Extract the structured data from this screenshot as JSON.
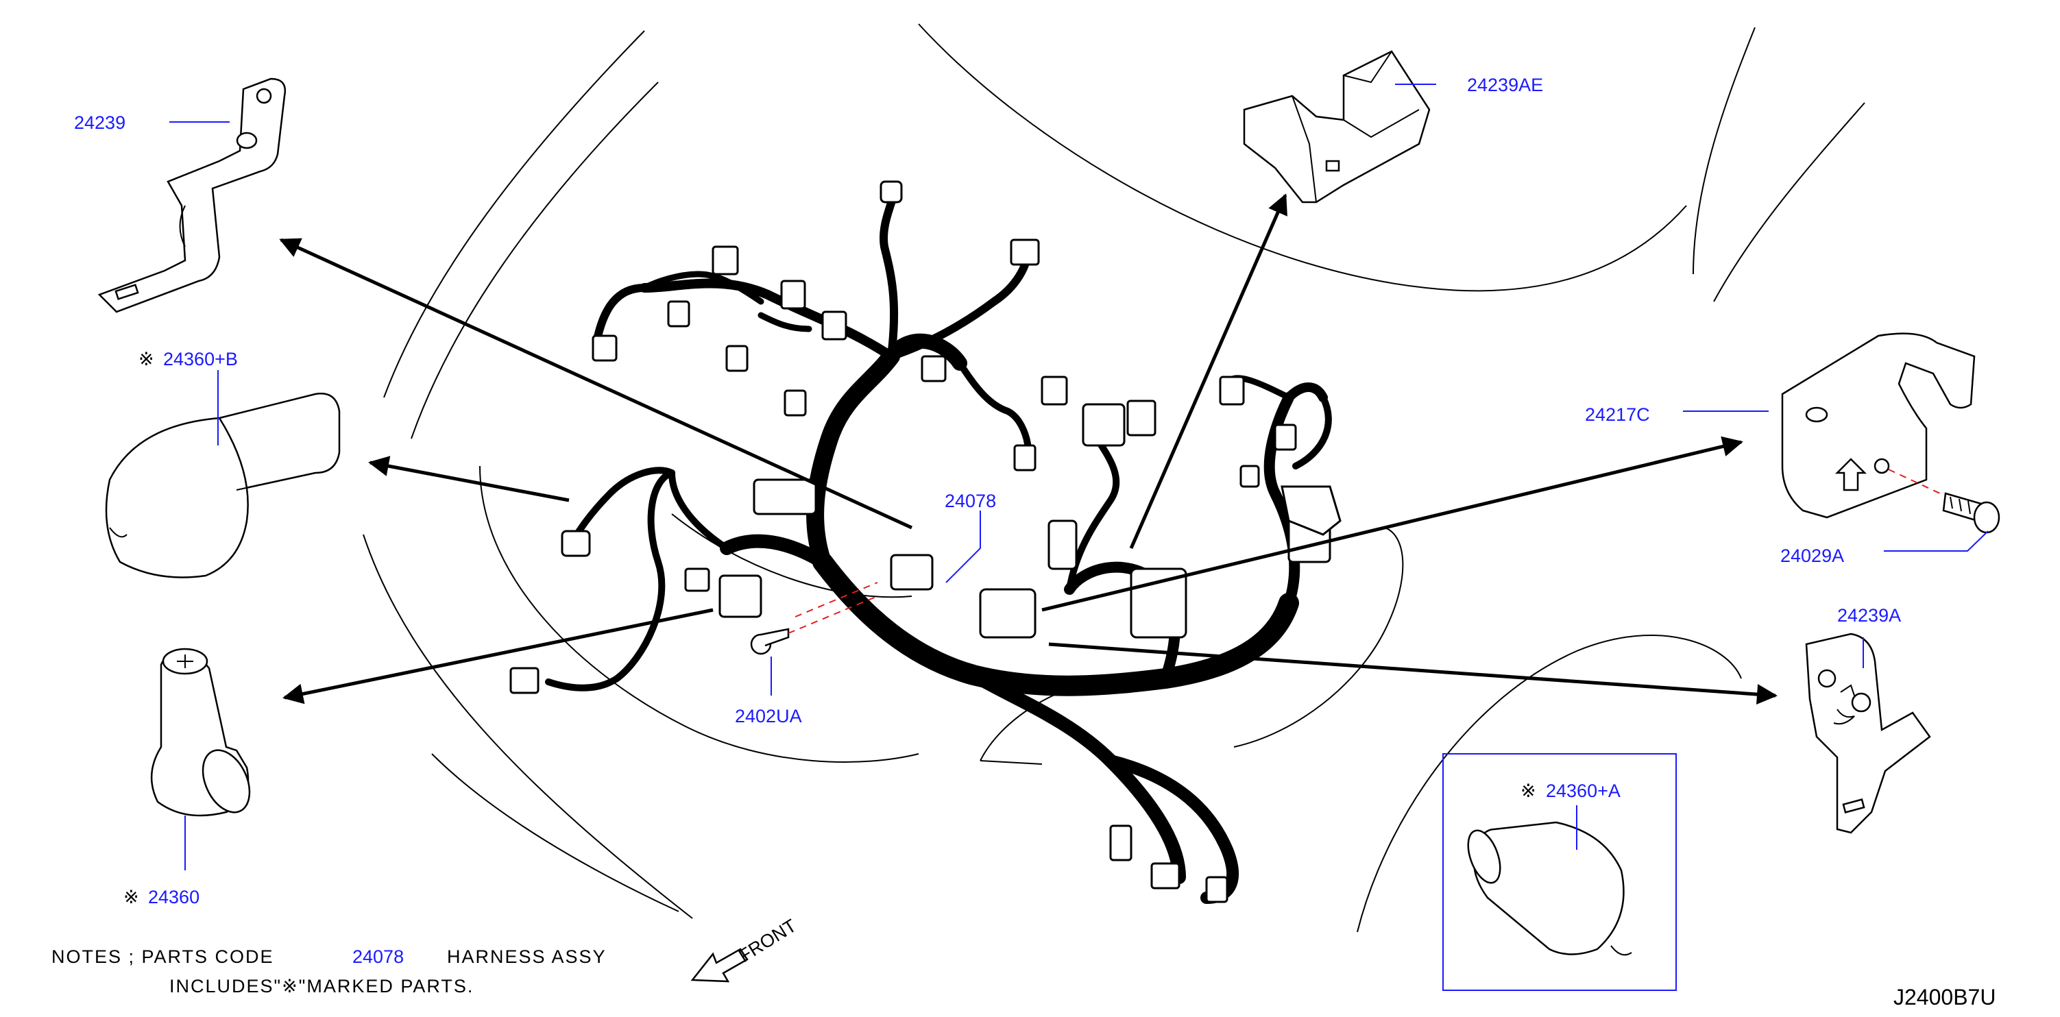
{
  "diagram": {
    "id": "J2400B7U",
    "front_label": "FRONT",
    "mark_symbol": "※",
    "notes": {
      "prefix": "NOTES  ;  PARTS  CODE",
      "code": "24078",
      "suffix": "HARNESS  ASSY",
      "line2": "INCLUDES\"※\"MARKED  PARTS."
    },
    "parts": {
      "p24239": "24239",
      "p24360B": "24360+B",
      "p24360": "24360",
      "p24078": "24078",
      "p2402UA": "2402UA",
      "p24239AE": "24239AE",
      "p24217C": "24217C",
      "p24029A": "24029A",
      "p24239A": "24239A",
      "p24360A": "24360+A"
    }
  }
}
